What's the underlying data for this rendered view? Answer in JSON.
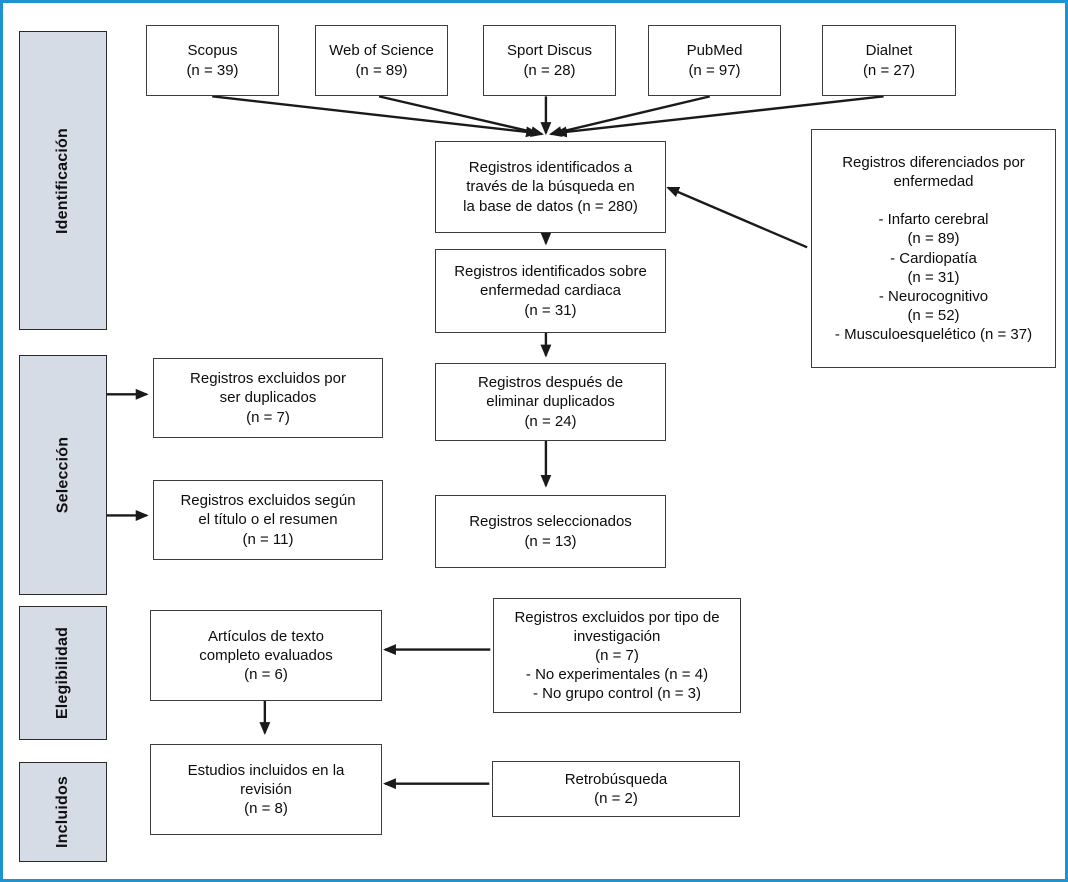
{
  "colors": {
    "frame_blue": "#1d94cf",
    "stage_fill": "#d6dce5",
    "box_border": "#3d3d3d",
    "arrow": "#1a1a1a"
  },
  "stages": [
    {
      "label": "Identificación"
    },
    {
      "label": "Selección"
    },
    {
      "label": "Elegibilidad"
    },
    {
      "label": "Incluidos"
    }
  ],
  "sources": [
    {
      "label": "Scopus\n(n = 39)"
    },
    {
      "label": "Web of Science\n(n = 89)"
    },
    {
      "label": "Sport Discus\n(n = 28)"
    },
    {
      "label": "PubMed\n(n = 97)"
    },
    {
      "label": "Dialnet\n(n = 27)"
    }
  ],
  "boxes": {
    "identified": "Registros identificados a\ntravés de la búsqueda en\nla base de datos (n = 280)",
    "cardiac": "Registros identificados sobre\nenfermedad cardiaca\n(n = 31)",
    "deduplicated": "Registros después de\neliminar duplicados\n(n = 24)",
    "selected": "Registros seleccionados\n(n = 13)",
    "fulltext": "Artículos de texto\ncompleto evaluados\n(n = 6)",
    "included": "Estudios incluidos en la\nrevisión\n(n = 8)",
    "by_disease": "Registros diferenciados por\nenfermedad\n\n- Infarto cerebral\n(n = 89)\n- Cardiopatía\n(n = 31)\n- Neurocognitivo\n(n = 52)\n- Musculoesquelético (n = 37)",
    "excluded_duplicates": "Registros excluidos por\nser duplicados\n(n = 7)",
    "excluded_title": "Registros excluidos según\nel título o el resumen\n(n = 11)",
    "excluded_type": "Registros excluidos por tipo de\ninvestigación\n(n = 7)\n- No experimentales (n = 4)\n- No grupo control (n = 3)",
    "retro": "Retrobúsqueda\n(n = 2)"
  }
}
